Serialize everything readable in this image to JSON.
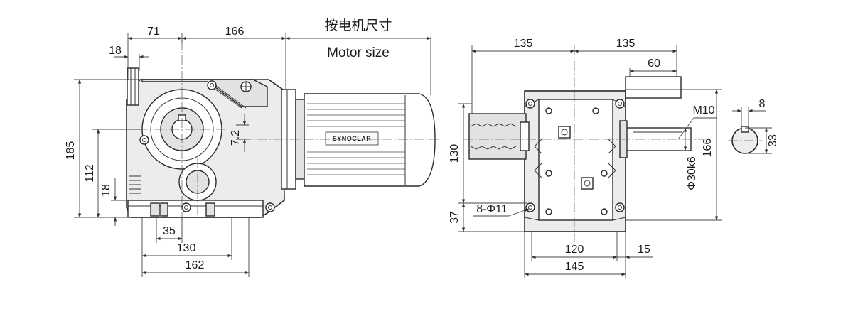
{
  "title": {
    "chinese": "按电机尺寸",
    "english": "Motor size"
  },
  "brand_plate": "SYNOCLAR",
  "side_view": {
    "dimensions": {
      "top_71": "71",
      "top_166": "166",
      "left_18_top": "18",
      "height_185": "185",
      "height_112": "112",
      "height_18": "18",
      "shaft_7_2": "7.2",
      "bottom_35": "35",
      "bottom_130": "130",
      "bottom_162": "162"
    }
  },
  "front_view": {
    "dimensions": {
      "top_135_left": "135",
      "top_135_right": "135",
      "shaft_60": "60",
      "thread_m10": "M10",
      "height_130": "130",
      "height_37": "37",
      "holes": "8-Φ11",
      "height_166": "166",
      "shaft_dia": "Φ30k6",
      "bottom_120": "120",
      "bottom_15": "15",
      "bottom_145": "145"
    }
  },
  "key_section": {
    "dimensions": {
      "key_width": "8",
      "key_height": "33"
    }
  }
}
